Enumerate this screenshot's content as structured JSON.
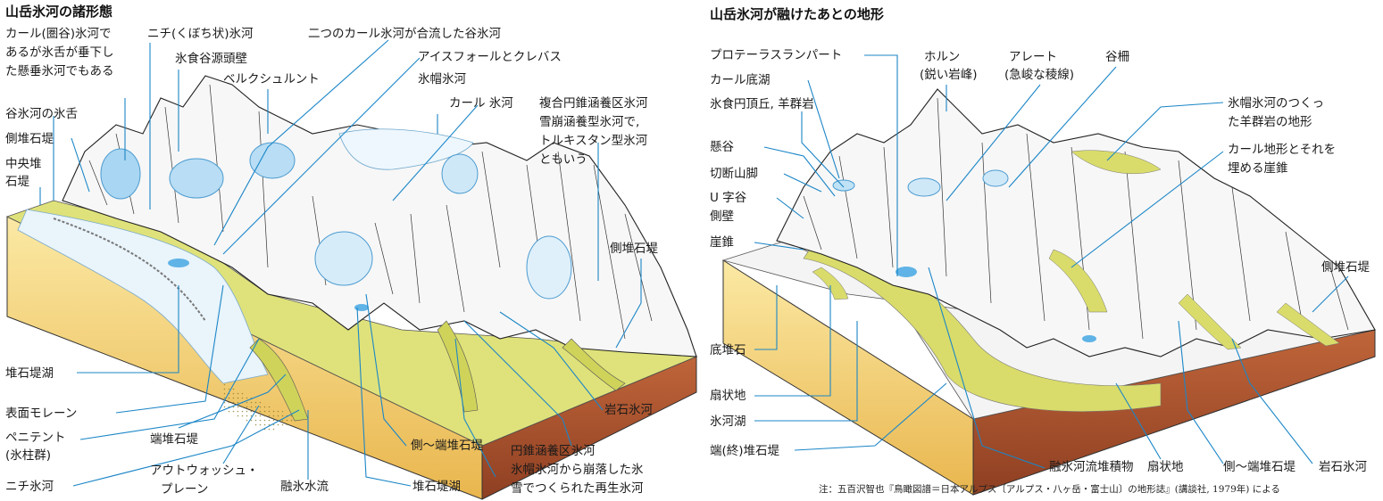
{
  "colors": {
    "leader": "#1b86c7",
    "ice": "#dff0fb",
    "ice_blue": "#5fb3e6",
    "vegetation": "#d9dc6a",
    "rock": "#f2f2f2",
    "soil_top": "#f6dd8a",
    "soil_deep": "#a9512c"
  },
  "left": {
    "title": "山岳氷河の諸形態",
    "labels": {
      "cirque_hanging": [
        "カール(圏谷)氷河で",
        "あるが氷舌が垂下し",
        "た懸垂氷河でもある"
      ],
      "niche": "ニチ(くぼち状)氷河",
      "headwall": "氷食谷源頭壁",
      "merged": "二つのカール氷河が合流した谷氷河",
      "icefall": "アイスフォールとクレバス",
      "bergschrund": "ベルクシュルント",
      "icecap": "氷帽氷河",
      "cirque": "カール 氷河",
      "composite": [
        "複合円錐涵養区氷河",
        "雪崩涵養型氷河で,",
        "トルキスタン型氷河",
        "ともいう"
      ],
      "tongue": "谷氷河の氷舌",
      "lateral_moraine_l": "側堆石堤",
      "medial": [
        "中央堆",
        "石堤"
      ],
      "lateral_moraine_r": "側堆石堤",
      "moraine_lake": "堆石堤湖",
      "surface_moraine": "表面モレーン",
      "penitente": [
        "ペニテント",
        "(氷柱群)"
      ],
      "niche_glacier": "ニチ氷河",
      "terminal_moraine": "端堆石堤",
      "outwash": [
        "アウトウォッシュ・",
        "プレーン"
      ],
      "meltwater": "融氷水流",
      "side_terminal": "側～端堆石堤",
      "moraine_lake2": "堆石堤湖",
      "rock_glacier": "岩石氷河",
      "cone": [
        "円錐涵養区氷河",
        "氷帽氷河から崩落した氷",
        "雪でつくられた再生氷河"
      ]
    }
  },
  "right": {
    "title": "山岳氷河が融けたあとの地形",
    "labels": {
      "protalus": "プロテーラスランパート",
      "tarn": "カール底湖",
      "roche": "氷食円頂丘, 羊群岩",
      "hanging_valley": "懸谷",
      "truncated_spur": "切断山脚",
      "u_valley": [
        "U 字谷",
        "側壁"
      ],
      "talus": "崖錐",
      "horn": [
        "ホルン",
        "(鋭い岩峰)"
      ],
      "arete": [
        "アレート",
        "(急峻な稜線)"
      ],
      "riegel": "谷柵",
      "icecap_rocks": [
        "氷帽氷河のつくっ",
        "た羊群岩の地形"
      ],
      "cirque_talus": [
        "カール地形とそれを",
        "埋める崖錐"
      ],
      "lateral": "側堆石堤",
      "ground": "底堆石",
      "fan": "扇状地",
      "lake": "氷河湖",
      "terminal": "端(終)堆石堤",
      "fluvio": "融氷河流堆積物",
      "fan2": "扇状地",
      "side_terminal": "側～端堆石堤",
      "rock_glacier": "岩石氷河"
    },
    "note": "注：五百沢智也『鳥瞰図譜＝日本アルプス〔アルプス・八ヶ岳・富士山〕の地形誌』(講談社, 1979年) による"
  }
}
